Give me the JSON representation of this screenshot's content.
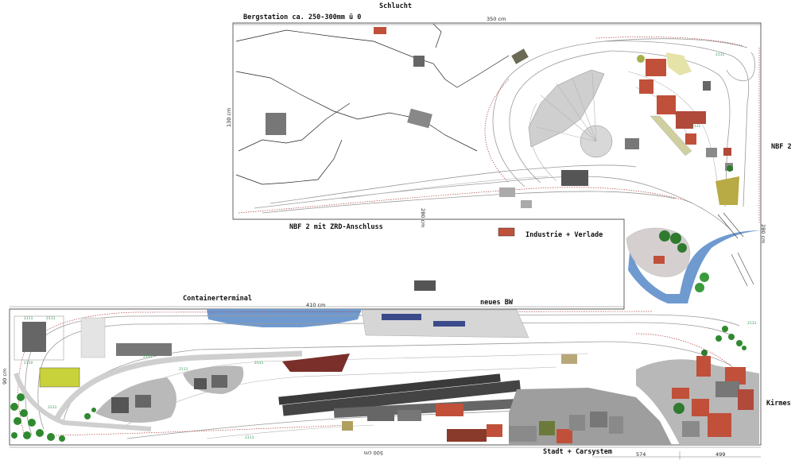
{
  "areas": {
    "schlucht": "Schlucht",
    "bergstation": "Bergstation ca. 250-300mm ü 0",
    "nbf2_right": "NBF 2",
    "nbf2_zrd": "NBF 2 mit ZRD-Anschluss",
    "industrie": "Industrie + Verlade",
    "containerterminal": "Containerterminal",
    "neues_bw": "neues BW",
    "kirmes": "Kirmes",
    "stadt_carsystem": "Stadt + Carsystem"
  },
  "dimensions": {
    "top_width": "350 cm",
    "left_height_upper": "130 cm",
    "inner_vertical": "280 cm",
    "right_height": "280 cm",
    "mid_width": "410 cm",
    "left_height_lower": "90 cm",
    "bottom_width": "500 cm",
    "bottom_seg_a": "574",
    "bottom_seg_b": "499"
  },
  "track_codes": {
    "c2131": "2131",
    "c2111": "2111",
    "c2110": "2110"
  },
  "colors": {
    "water": "#6f9ad0",
    "rock": "#cfcfcf",
    "town": "#9e9e9e",
    "roof_red": "#c0503a",
    "tree": "#2f8a2f",
    "crane_yellow": "#c8d23a"
  }
}
